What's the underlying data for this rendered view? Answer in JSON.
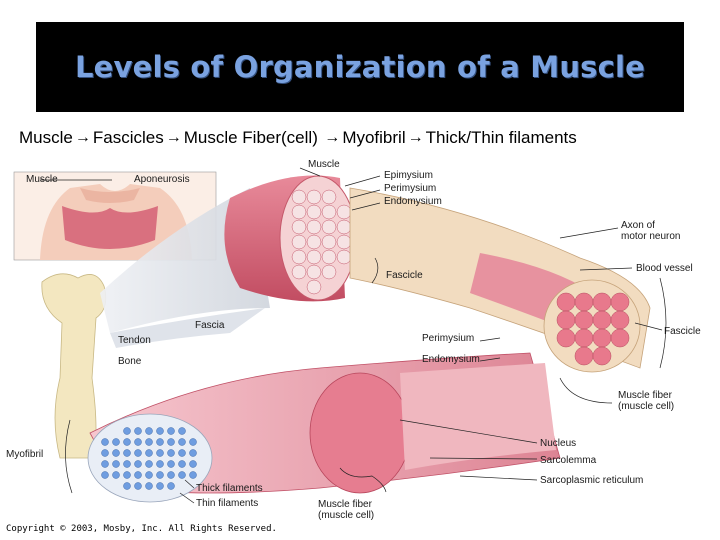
{
  "title": "Levels of Organization of a Muscle",
  "sequence": [
    "Muscle",
    "Fascicles",
    "Muscle Fiber(cell)",
    "Myofibril",
    "Thick/Thin filaments"
  ],
  "labels": {
    "muscle_inset": "Muscle",
    "aponeurosis": "Aponeurosis",
    "muscle": "Muscle",
    "epimysium": "Epimysium",
    "perimysium_top": "Perimysium",
    "endomysium_top": "Endomysium",
    "axon_line1": "Axon of",
    "axon_line2": "motor neuron",
    "blood_vessel": "Blood vessel",
    "fascicle_mid": "Fascicle",
    "fascicle_right": "Fascicle",
    "tendon": "Tendon",
    "bone": "Bone",
    "fascia": "Fascia",
    "perimysium_mid": "Perimysium",
    "endomysium_mid": "Endomysium",
    "muscle_fiber_line1": "Muscle fiber",
    "muscle_fiber_line2": "(muscle cell)",
    "myofibril": "Myofibril",
    "nucleus": "Nucleus",
    "sarcolemma": "Sarcolemma",
    "sarcoplasmic": "Sarcoplasmic reticulum",
    "thick": "Thick filaments",
    "thin": "Thin filaments",
    "muscle_fiber_bottom_line1": "Muscle fiber",
    "muscle_fiber_bottom_line2": "(muscle cell)",
    "copyright": "Copyright © 2003, Mosby, Inc. All Rights Reserved."
  },
  "colors": {
    "title_bg": "#000000",
    "title_text": "#7aa2e0",
    "muscle_red": "#d7687c",
    "muscle_pink": "#f1b5c0",
    "connective": "#f2dcc0",
    "bone": "#f3e7c0"
  }
}
